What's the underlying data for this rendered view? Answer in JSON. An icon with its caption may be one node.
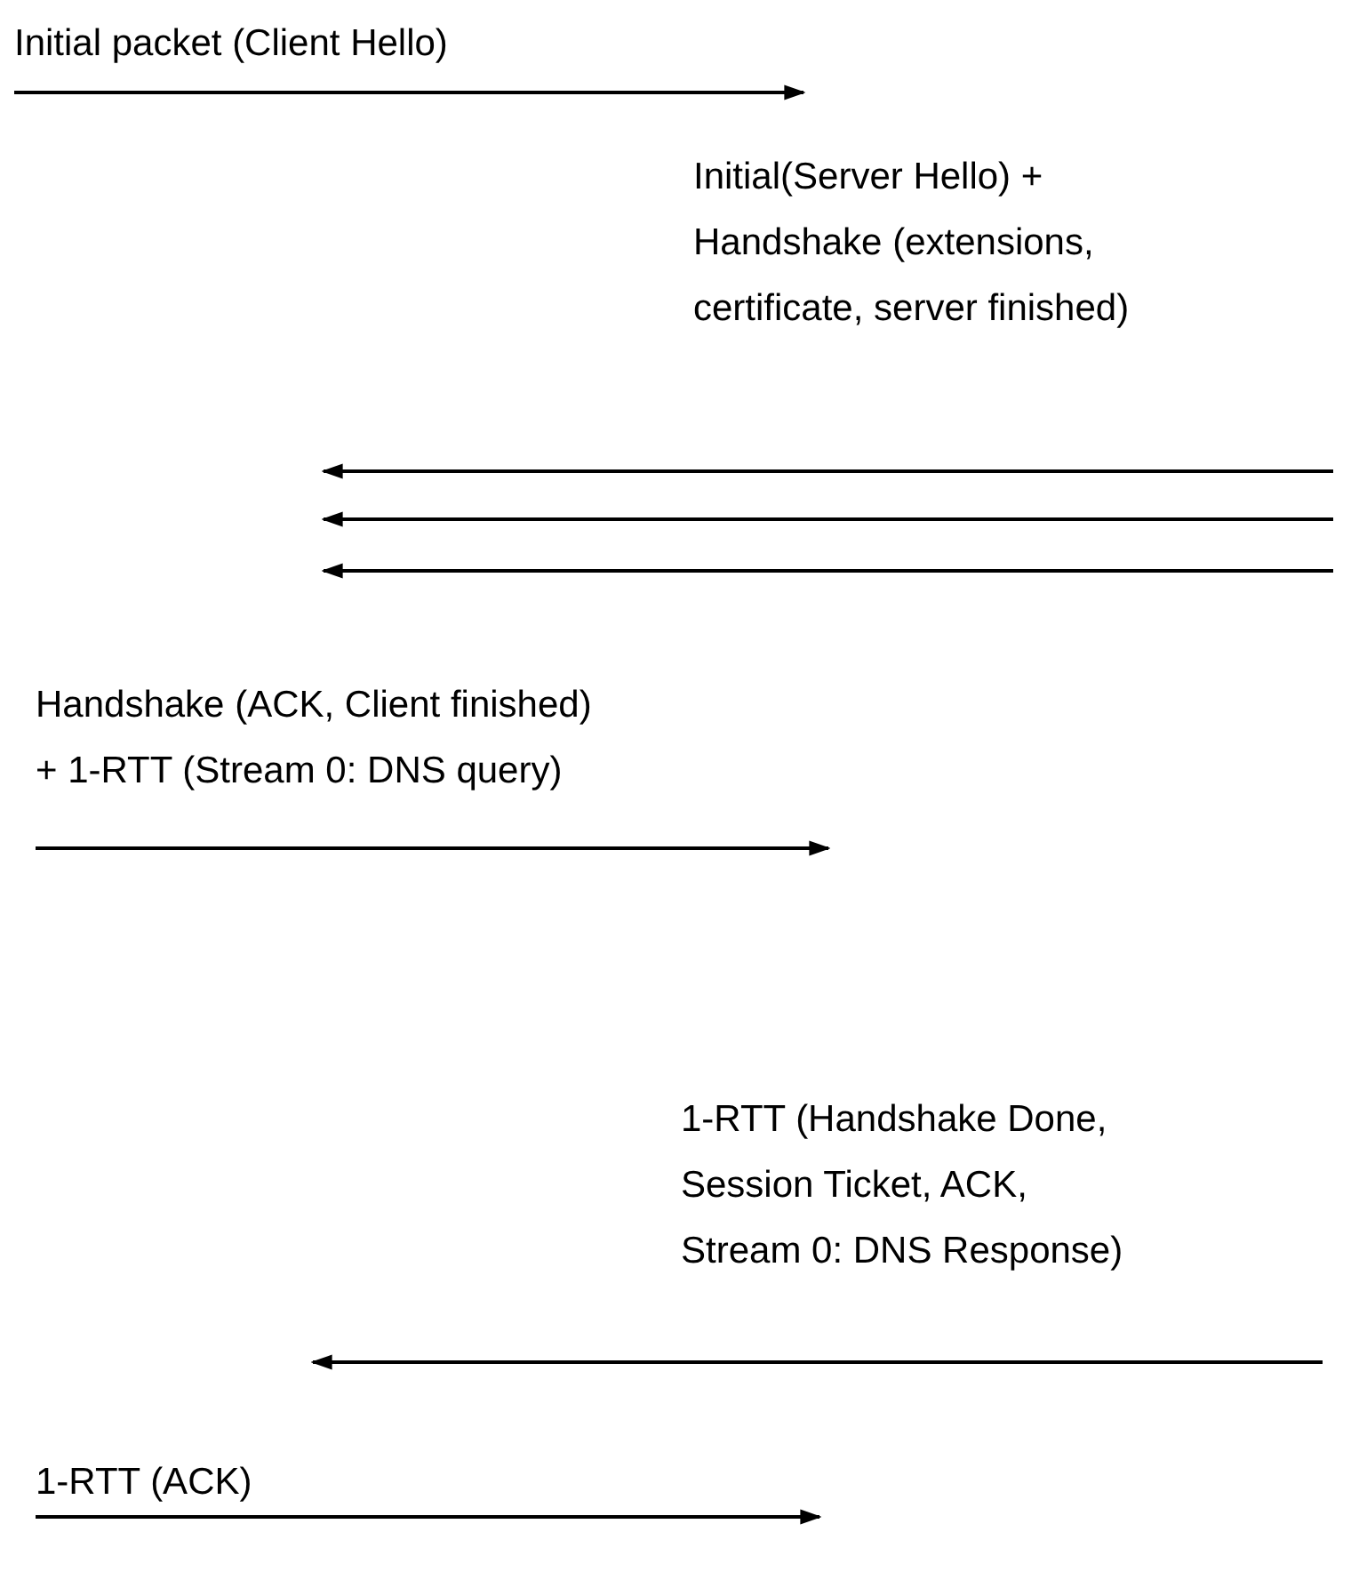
{
  "diagram": {
    "labels": [
      "Initial packet (Client Hello)",
      "Initial(Server Hello) + Handshake (extensions, certificate, server finished)",
      "Handshake (ACK, Client finished) + 1-RTT (Stream 0: DNS query)",
      "1-RTT (Handshake Done, Session Ticket, ACK, Stream 0: DNS Response)",
      "1-RTT (ACK)"
    ]
  }
}
